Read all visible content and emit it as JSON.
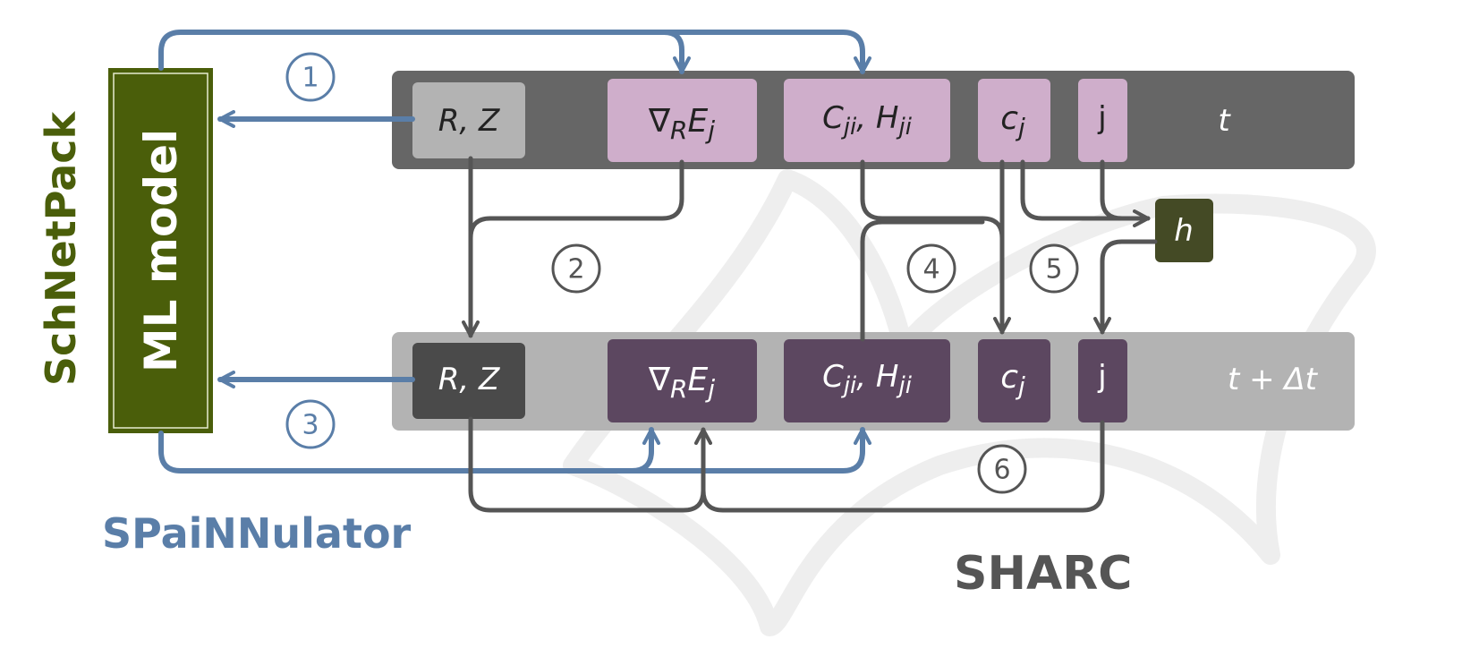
{
  "colors": {
    "blue": "#5a7ea8",
    "gray_arrow": "#555555",
    "row_top": "#666666",
    "row_bottom": "#b3b3b3",
    "pink": "#cfaecb",
    "plum": "#5c4760",
    "light_box": "#b3b3b3",
    "dark_box": "#4a4a4a",
    "green": "#4a5e0a",
    "olive": "#444a25"
  },
  "labels": {
    "schnetpack": "SchNetPack",
    "ml_model": "ML model",
    "spainnulator": "SPaiNNulator",
    "sharc": "SHARC"
  },
  "rows": {
    "top": {
      "time": "t",
      "cells": {
        "rz": {
          "base": "R, Z"
        },
        "grad": {
          "nabla": "∇",
          "sub1": "R",
          "base": "E",
          "sub2": "j"
        },
        "couple": {
          "c": "C",
          "csub": "ji",
          "comma": ", ",
          "h": "H",
          "hsub": "ji"
        },
        "coef": {
          "base": "c",
          "sub": "j"
        },
        "state": {
          "base": "j"
        }
      }
    },
    "bottom": {
      "time": "t + Δt",
      "cells": {
        "rz": {
          "base": "R, Z"
        },
        "grad": {
          "nabla": "∇",
          "sub1": "R",
          "base": "E",
          "sub2": "j"
        },
        "couple": {
          "c": "C",
          "csub": "ji",
          "comma": ", ",
          "h": "H",
          "hsub": "ji"
        },
        "coef": {
          "base": "c",
          "sub": "j"
        },
        "state": {
          "base": "j"
        }
      }
    }
  },
  "h_box": {
    "label": "h"
  },
  "steps": [
    "1",
    "2",
    "3",
    "4",
    "5",
    "6"
  ]
}
